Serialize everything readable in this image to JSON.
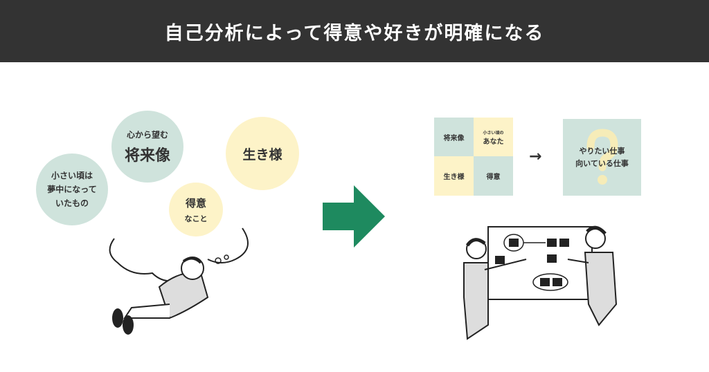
{
  "header": {
    "title": "自己分析によって得意や好きが明確になる"
  },
  "bubbles": {
    "childhood": [
      "小さい頃は",
      "夢中になって",
      "いたもの"
    ],
    "future": {
      "small": "心から望む",
      "large": "将来像"
    },
    "lifestyle": "生き様",
    "strength": {
      "large": "得意",
      "small": "なこと"
    }
  },
  "puzzle": {
    "future": "将来像",
    "childhood_small": "小さい頃の",
    "childhood_large": "あなた",
    "lifestyle": "生き様",
    "strength": "得意"
  },
  "result": {
    "line1": "やりたい仕事",
    "line2": "向いている仕事",
    "arrow": "→"
  },
  "colors": {
    "teal": "#cfe3dc",
    "yellow": "#fdf3c8",
    "arrow_green": "#1e8a5f",
    "header": "#333333"
  }
}
